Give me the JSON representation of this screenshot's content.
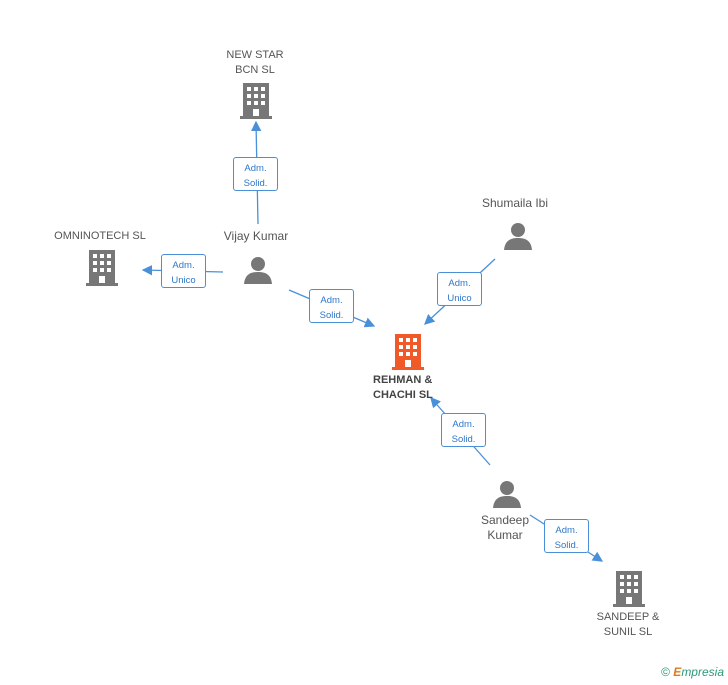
{
  "nodes": {
    "new_star": {
      "label": "NEW STAR\nBCN SL"
    },
    "omninotech": {
      "label": "OMNINOTECH SL"
    },
    "vijay": {
      "label": "Vijay Kumar"
    },
    "shumaila": {
      "label": "Shumaila Ibi"
    },
    "rehman": {
      "label": "REHMAN &\nCHACHI SL"
    },
    "sandeep": {
      "label": "Sandeep\nKumar"
    },
    "sandeep_sunil": {
      "label": "SANDEEP &\nSUNIL  SL"
    }
  },
  "edges": {
    "vijay_new_star": {
      "label": "Adm.\nSolid."
    },
    "vijay_omninotech": {
      "label": "Adm.\nUnico"
    },
    "vijay_rehman": {
      "label": "Adm.\nSolid."
    },
    "shumaila_rehman": {
      "label": "Adm.\nUnico"
    },
    "sandeep_rehman": {
      "label": "Adm.\nSolid."
    },
    "sandeep_sandeep_sunil": {
      "label": "Adm.\nSolid."
    }
  },
  "footer": {
    "copyright": "©",
    "brand_e": "E",
    "brand_rest": "mpresia"
  },
  "colors": {
    "company": "#777777",
    "main_company": "#f05a28",
    "person": "#777777",
    "edge": "#4a90d9"
  }
}
